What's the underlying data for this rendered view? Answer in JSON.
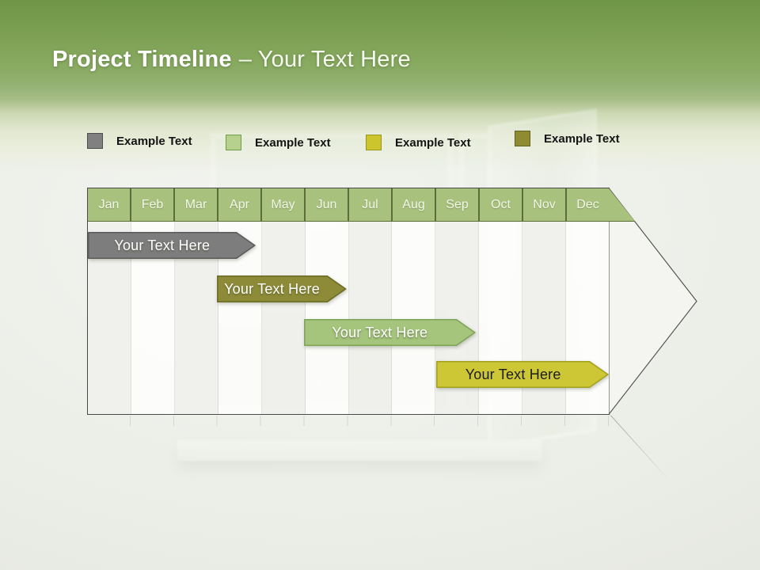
{
  "title": {
    "bold": "Project Timeline",
    "rest": "– Your Text Here"
  },
  "legend": [
    {
      "label": "Example Text",
      "fill": "#808080",
      "border": "#4d4d4d"
    },
    {
      "label": "Example Text",
      "fill": "#b6d18d",
      "border": "#6f9e45"
    },
    {
      "label": "Example Text",
      "fill": "#ccc52d",
      "border": "#98961c"
    },
    {
      "label": "Example Text",
      "fill": "#8e8b32",
      "border": "#63611f"
    }
  ],
  "timeline": {
    "months": [
      "Jan",
      "Feb",
      "Mar",
      "Apr",
      "May",
      "Jun",
      "Jul",
      "Aug",
      "Sep",
      "Oct",
      "Nov",
      "Dec"
    ],
    "header_fill": "#a8c27d",
    "bars": [
      {
        "label": "Your Text Here",
        "start_month": 0.0,
        "end_month": 3.86,
        "row": 0,
        "fill": "#7d7d7d",
        "stroke": "#5a5a5a",
        "text_color": "#ffffff"
      },
      {
        "label": "Your Text Here",
        "start_month": 2.97,
        "end_month": 5.95,
        "row": 1,
        "fill": "#8d8b38",
        "stroke": "#6c6a24",
        "text_color": "#ffffff"
      },
      {
        "label": "Your Text Here",
        "start_month": 4.97,
        "end_month": 8.92,
        "row": 2,
        "fill": "#a5c57d",
        "stroke": "#7fa355",
        "text_color": "#ffffff"
      },
      {
        "label": "Your Text Here",
        "start_month": 8.03,
        "end_month": 12.0,
        "row": 3,
        "fill": "#cdc735",
        "stroke": "#a3a01c",
        "text_color": "#1c1c1c"
      }
    ]
  }
}
